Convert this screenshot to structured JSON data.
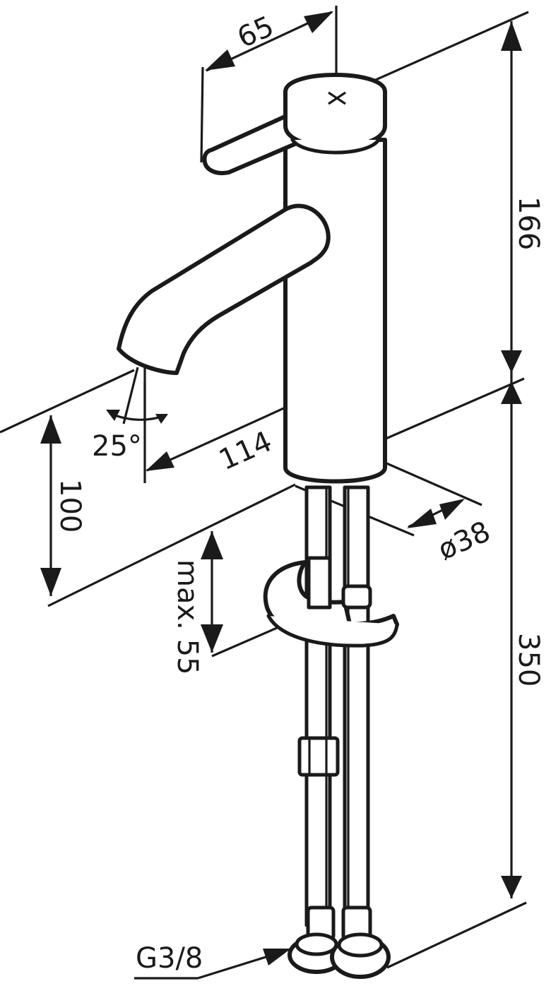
{
  "drawing": {
    "line_color": "#1a1a1a",
    "background": "#ffffff",
    "dimensions": {
      "lever_length": "65",
      "upper_height": "166",
      "spout_reach": "114",
      "spout_angle": "25°",
      "spout_height": "100",
      "body_diameter": "ø38",
      "deck_thickness": "max. 55",
      "total_height": "350",
      "connection_thread": "G3/8"
    }
  }
}
